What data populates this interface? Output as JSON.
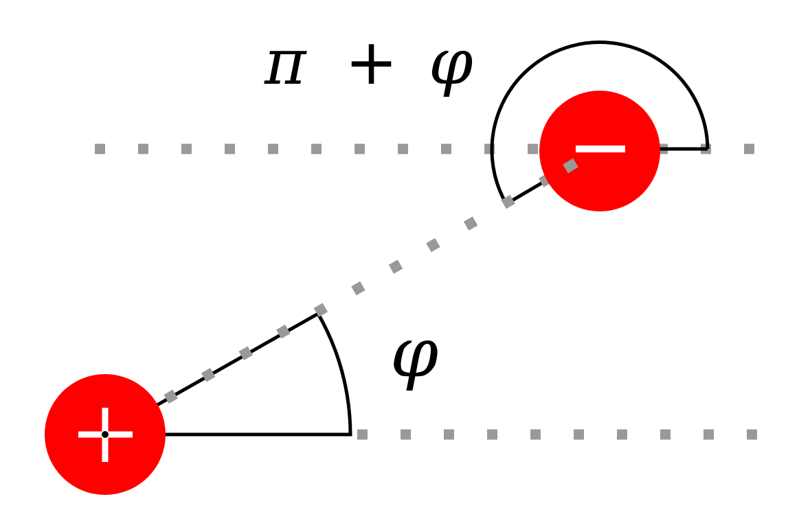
{
  "labels": {
    "angle_small": "φ",
    "angle_large_pi": "π",
    "angle_large_plus": "+",
    "angle_large_phi": "φ"
  },
  "charges": {
    "positive": {
      "sign": "positive",
      "color": "#ff0000"
    },
    "negative": {
      "sign": "negative",
      "color": "#ff0000"
    }
  },
  "colors": {
    "reference_line": "#999999",
    "arc": "#000000",
    "charge": "#ff0000",
    "charge_symbol": "#ffffff"
  }
}
